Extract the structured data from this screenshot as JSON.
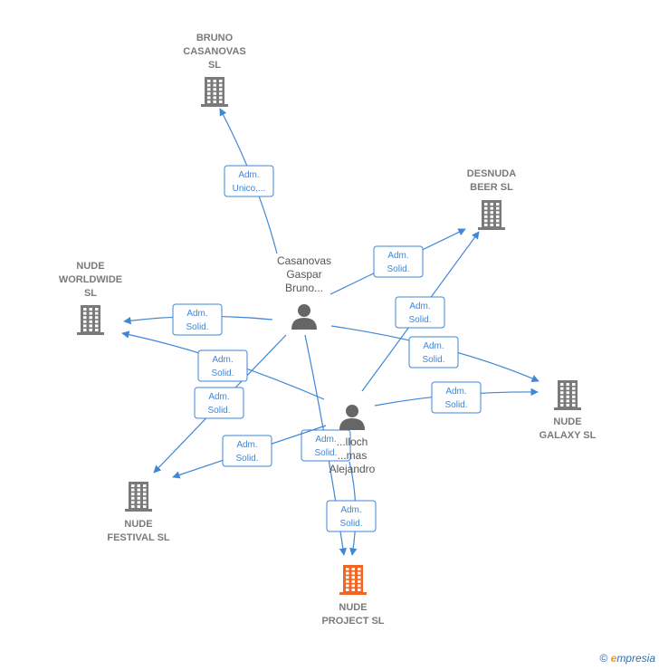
{
  "colors": {
    "edge": "#3f86d6",
    "company": "#7a7a7a",
    "focus_company": "#f26522",
    "person": "#666666"
  },
  "nodes": [
    {
      "id": "bruno_casanovas_sl",
      "type": "company",
      "label": [
        "BRUNO",
        "CASANOVAS",
        "SL"
      ],
      "icon": "building-icon"
    },
    {
      "id": "desnuda_beer_sl",
      "type": "company",
      "label": [
        "DESNUDA",
        "BEER  SL"
      ],
      "icon": "building-icon"
    },
    {
      "id": "nude_worldwide_sl",
      "type": "company",
      "label": [
        "NUDE",
        "WORLDWIDE",
        "SL"
      ],
      "icon": "building-icon"
    },
    {
      "id": "nude_galaxy_sl",
      "type": "company",
      "label": [
        "NUDE",
        "GALAXY  SL"
      ],
      "icon": "building-icon"
    },
    {
      "id": "nude_festival_sl",
      "type": "company",
      "label": [
        "NUDE",
        "FESTIVAL  SL"
      ],
      "icon": "building-icon"
    },
    {
      "id": "nude_project_sl",
      "type": "company",
      "focus": true,
      "label": [
        "NUDE",
        "PROJECT  SL"
      ],
      "icon": "building-icon"
    },
    {
      "id": "casanovas_gaspar",
      "type": "person",
      "label": [
        "Casanovas",
        "Gaspar",
        "Bruno..."
      ],
      "icon": "person-icon"
    },
    {
      "id": "alejandro",
      "type": "person",
      "label": [
        "...lloch",
        "...mas",
        "Alejandro"
      ],
      "icon": "person-icon"
    }
  ],
  "edges": [
    {
      "id": "e1",
      "label": [
        "Adm.",
        "Unico,..."
      ]
    },
    {
      "id": "e2",
      "label": [
        "Adm.",
        "Solid."
      ]
    },
    {
      "id": "e3",
      "label": [
        "Adm.",
        "Solid."
      ]
    },
    {
      "id": "e4",
      "label": [
        "Adm.",
        "Solid."
      ]
    },
    {
      "id": "e5",
      "label": [
        "Adm.",
        "Solid."
      ]
    },
    {
      "id": "e6",
      "label": [
        "Adm.",
        "Solid."
      ]
    },
    {
      "id": "e7",
      "label": [
        "Adm.",
        "Solid."
      ]
    },
    {
      "id": "e8",
      "label": [
        "Adm.",
        "Solid."
      ]
    },
    {
      "id": "e9",
      "label": [
        "Adm.",
        "Solid."
      ]
    },
    {
      "id": "e10",
      "label": [
        "Adm.",
        "Solid."
      ]
    },
    {
      "id": "e11",
      "label": [
        "Adm.",
        "Solid."
      ]
    }
  ],
  "footer": {
    "copyright": "©",
    "brand_e": "e",
    "brand_rest": "mpresia"
  }
}
